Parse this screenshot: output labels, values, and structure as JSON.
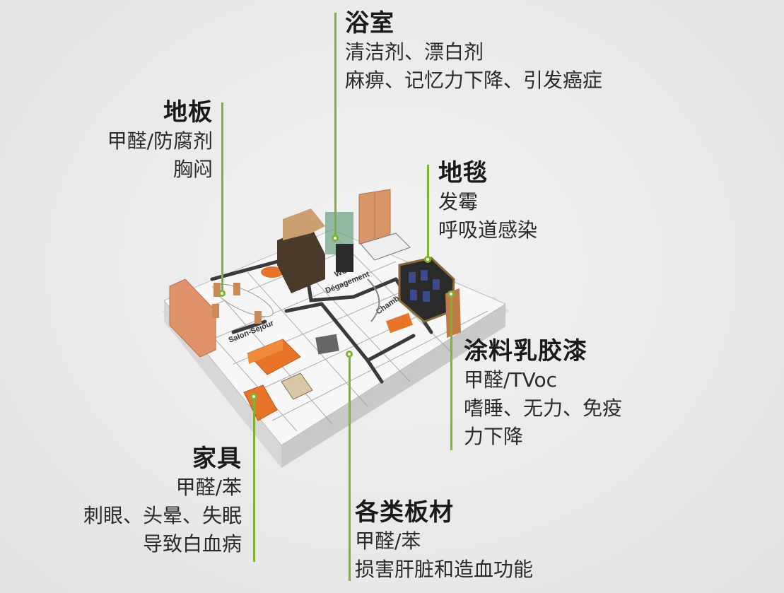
{
  "callouts": {
    "bathroom": {
      "title": "浴室",
      "lines": [
        "清洁剂、漂白剂",
        "麻痹、记忆力下降、引发癌症"
      ]
    },
    "floor": {
      "title": "地板",
      "lines": [
        "甲醛/防腐剂",
        "胸闷"
      ]
    },
    "carpet": {
      "title": "地毯",
      "lines": [
        "发霉",
        "呼吸道感染"
      ]
    },
    "paint": {
      "title": "涂料乳胶漆",
      "lines": [
        "甲醛/TVoc",
        "嗜睡、无力、免疫",
        "力下降"
      ]
    },
    "furniture": {
      "title": "家具",
      "lines": [
        "甲醛/苯",
        "刺眼、头晕、失眠",
        "导致白血病"
      ]
    },
    "boards": {
      "title": "各类板材",
      "lines": [
        "甲醛/苯",
        "损害肝脏和造血功能"
      ]
    }
  },
  "floorplan": {
    "room_labels": [
      "Salon-Séjour",
      "Dégagement",
      "Chambre 2",
      "WC"
    ]
  },
  "colors": {
    "accent_line": "#7fb233",
    "furniture_orange": "#e8742a",
    "wood": "#c98a5a"
  }
}
